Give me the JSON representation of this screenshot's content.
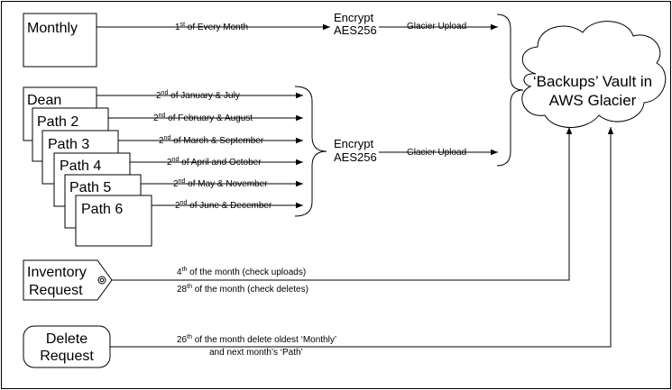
{
  "monthly": {
    "label": "Monthly",
    "schedule_pre": "1",
    "schedule_sup": "st",
    "schedule_post": " of Every Month"
  },
  "encrypt_top": {
    "line1": "Encrypt",
    "line2": "AES256"
  },
  "upload_top": "Glacier Upload",
  "paths": [
    {
      "label": "Dean",
      "sched_pre": "2",
      "sched_sup": "nd",
      "sched_post": " of January & July"
    },
    {
      "label": "Path 2",
      "sched_pre": "2",
      "sched_sup": "nd",
      "sched_post": " of February & August"
    },
    {
      "label": "Path 3",
      "sched_pre": "2",
      "sched_sup": "nd",
      "sched_post": " of March & September"
    },
    {
      "label": "Path 4",
      "sched_pre": "2",
      "sched_sup": "nd",
      "sched_post": " of April and October"
    },
    {
      "label": "Path 5",
      "sched_pre": "2",
      "sched_sup": "nd",
      "sched_post": " of May & November"
    },
    {
      "label": "Path 6",
      "sched_pre": "2",
      "sched_sup": "nd",
      "sched_post": " of June & December"
    }
  ],
  "encrypt_mid": {
    "line1": "Encrypt",
    "line2": "AES256"
  },
  "upload_mid": "Glacier Upload",
  "vault": {
    "line1": "‘Backups’ Vault in",
    "line2": "AWS Glacier"
  },
  "inventory": {
    "line1": "Inventory",
    "line2": "Request",
    "note1_pre": "4",
    "note1_sup": "th",
    "note1_post": "   of the month (check uploads)",
    "note2_pre": "28",
    "note2_sup": "th",
    "note2_post": " of the month (check deletes)"
  },
  "delete": {
    "line1": "Delete",
    "line2": "Request",
    "note1_pre": "26",
    "note1_sup": "th",
    "note1_post": " of the month delete oldest ‘Monthly’",
    "note2": "and next month’s ‘Path’"
  }
}
